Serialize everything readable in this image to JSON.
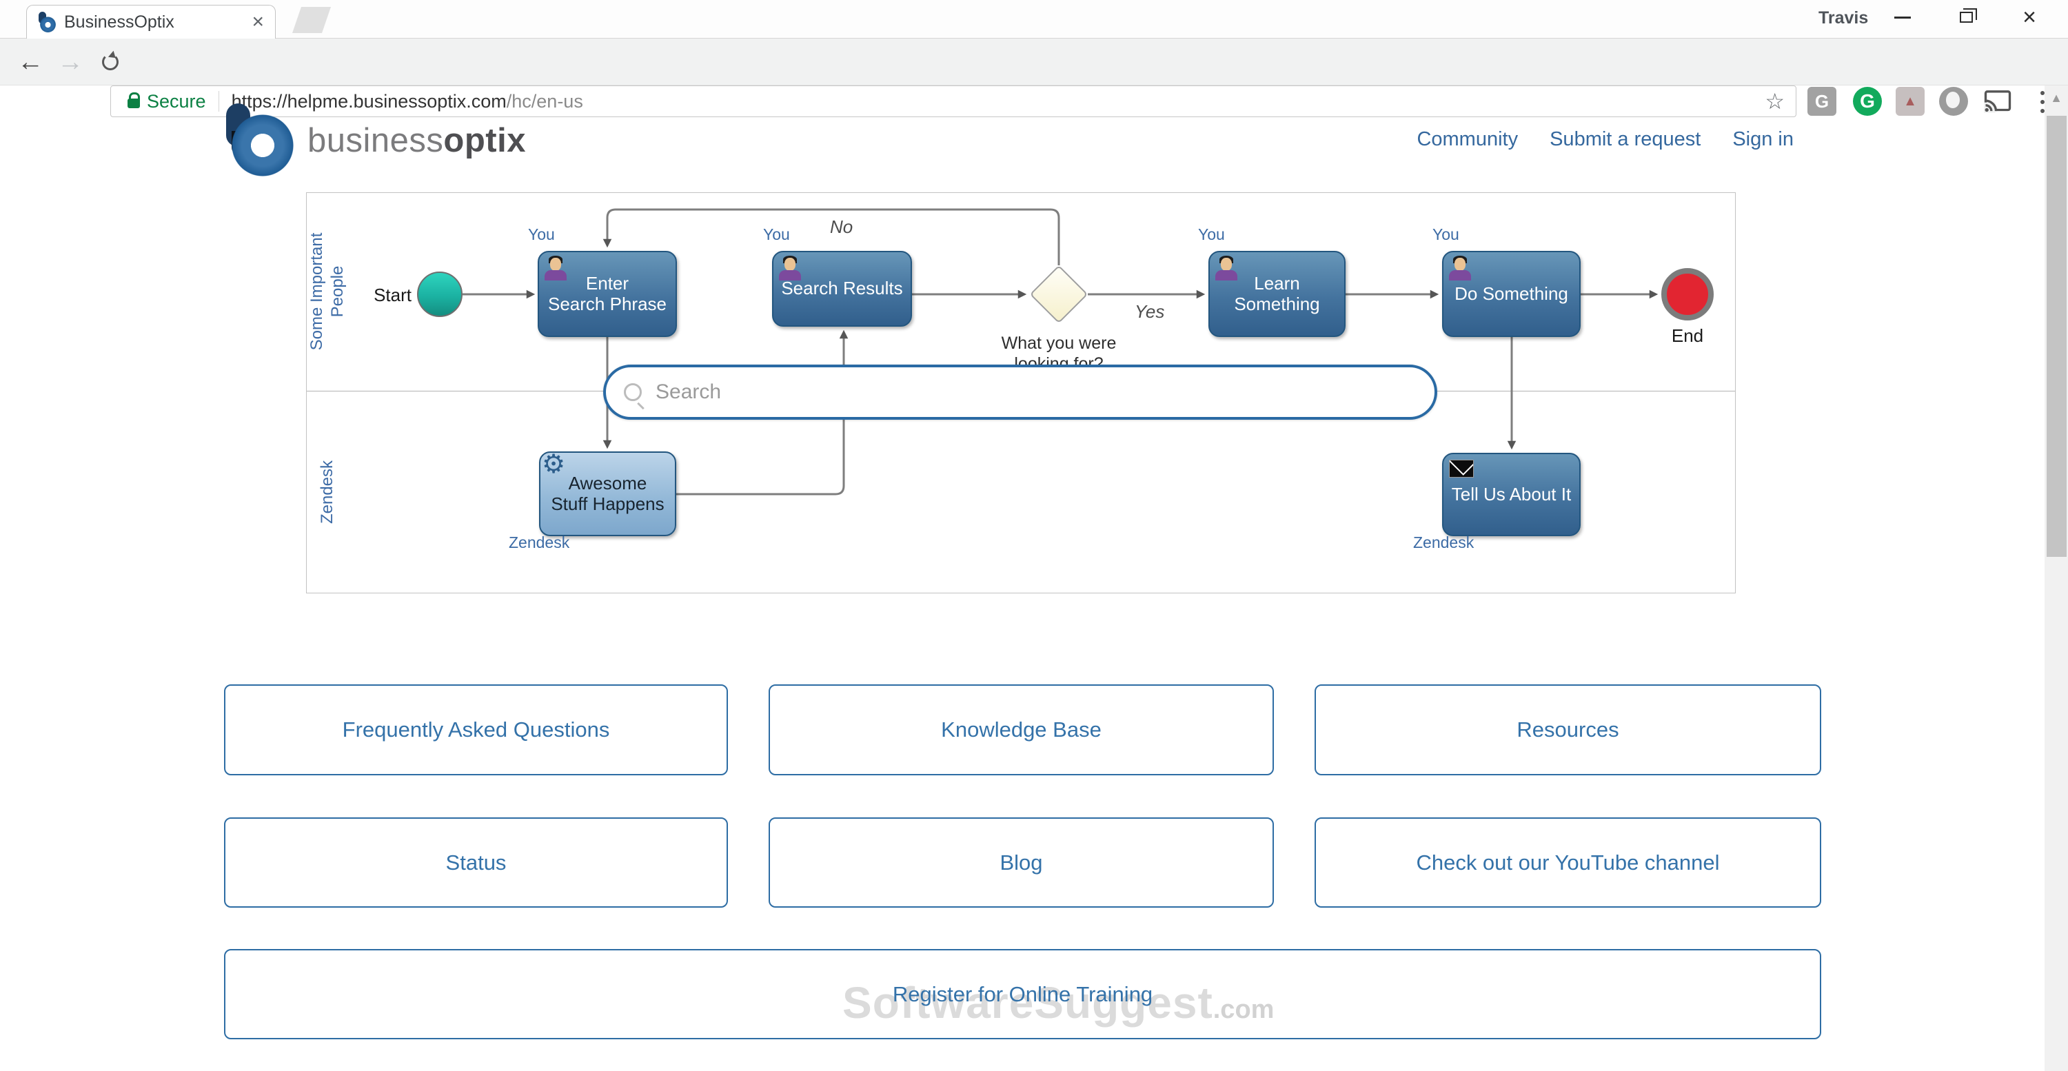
{
  "browser": {
    "tab_title": "BusinessOptix",
    "tab_close": "×",
    "profile_name": "Travis",
    "secure_label": "Secure",
    "url_host": "https://helpme.businessoptix.com",
    "url_path": "/hc/en-us",
    "back_glyph": "←",
    "forward_glyph": "→",
    "star_glyph": "☆",
    "scroll_up_glyph": "▲",
    "ext_gsuite_letter": "G",
    "ext_grammarly_letter": "G",
    "ext_acrobat_glyph": "▲"
  },
  "header": {
    "logo_text_regular": "business",
    "logo_text_bold": "optix",
    "nav": [
      {
        "label": "Community"
      },
      {
        "label": "Submit a request"
      },
      {
        "label": "Sign in"
      }
    ]
  },
  "diagram": {
    "lanes": [
      {
        "label": "Some Important\nPeople"
      },
      {
        "label": "Zendesk"
      }
    ],
    "start_label": "Start",
    "end_label": "End",
    "tasks": {
      "enter": "Enter\nSearch Phrase",
      "results": "Search Results",
      "learn": "Learn\nSomething",
      "do_something": "Do Something",
      "awesome": "Awesome\nStuff Happens",
      "tell": "Tell Us About It"
    },
    "labels": {
      "you": "You",
      "zendesk": "Zendesk",
      "no": "No",
      "yes": "Yes",
      "gateway_question": "What you were\nlooking for?",
      "gear_icon_glyph": "⚙"
    },
    "search_placeholder": "Search"
  },
  "categories": [
    {
      "label": "Frequently Asked Questions"
    },
    {
      "label": "Knowledge Base"
    },
    {
      "label": "Resources"
    },
    {
      "label": "Status"
    },
    {
      "label": "Blog"
    },
    {
      "label": "Check out our YouTube channel"
    },
    {
      "label": "Register for Online Training"
    }
  ],
  "watermark": {
    "text": "SoftwareSuggest",
    "suffix": ".com"
  },
  "colors": {
    "accent_blue": "#2e6da4",
    "link_blue": "#35689e",
    "task_fill_blue": "#44739e",
    "task_fill_light": "#94b9d8",
    "secure_green": "#0b8043",
    "start_teal": "#1bb2a2",
    "end_red": "#e22531",
    "gateway_yellow": "#f6f0cc"
  }
}
